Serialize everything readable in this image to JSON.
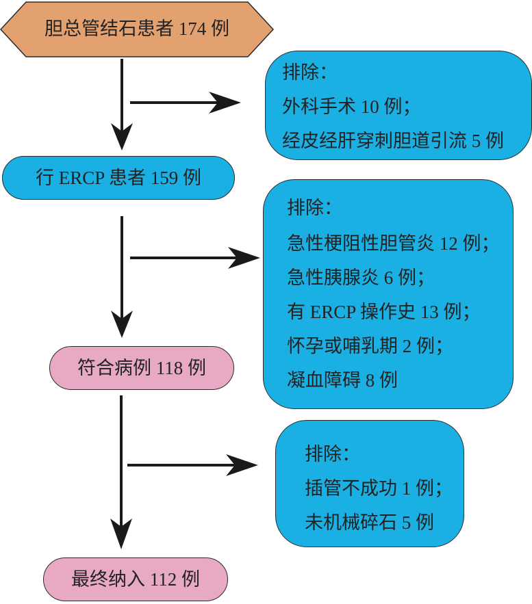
{
  "start": {
    "label": "胆总管结石患者 174 例",
    "color": "#e3a170"
  },
  "steps": [
    {
      "label": "行 ERCP 患者 159 例",
      "color": "#1bb0e3"
    },
    {
      "label": "符合病例 118 例",
      "color": "#e8a9c5"
    },
    {
      "label": "最终纳入 112 例",
      "color": "#e8a9c5"
    }
  ],
  "exclusions": [
    {
      "title": "排除：",
      "items": [
        "外科手术 10 例；",
        "经皮经肝穿刺胆道引流 5 例"
      ]
    },
    {
      "title": "排除：",
      "items": [
        "急性梗阻性胆管炎 12 例；",
        "急性胰腺炎 6 例；",
        "有 ERCP 操作史 13 例；",
        "怀孕或哺乳期 2 例；",
        "凝血障碍 8 例"
      ]
    },
    {
      "title": "排除：",
      "items": [
        "插管不成功 1 例；",
        "未机械碎石 5 例"
      ]
    }
  ]
}
